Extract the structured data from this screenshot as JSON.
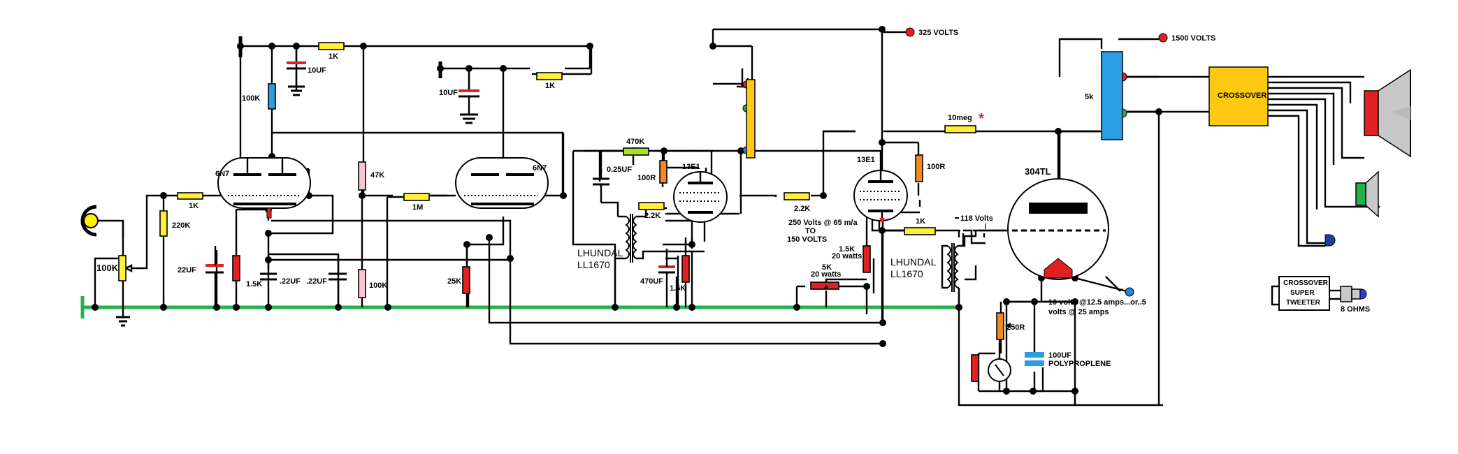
{
  "colors": {
    "resistor_yellow": "#ffef3a",
    "resistor_blue": "#2d9bdf",
    "resistor_red": "#e12121",
    "resistor_pink": "#f7c4cf",
    "resistor_orange": "#f28a22",
    "resistor_green": "#a6e22b",
    "ground_rail": "#22b14c",
    "crossover_box": "#ffc912",
    "output_transformer": "#2b9de2",
    "terminal_red": "#e12121",
    "terminal_blue": "#2c7fd6",
    "input_jack": "#ffef00"
  },
  "tubes": {
    "v1": "6N7",
    "v2": "6N7",
    "v3": "13E1",
    "v4": "13E1",
    "v5": "304TL"
  },
  "components": {
    "r_input_pot": "100K",
    "r_grid_leak": "220K",
    "r_grid_stopper": "1K",
    "r_decouple1": "1K",
    "r_plate_v1": "100K",
    "c_decouple1": "10UF",
    "r_divider_top": "47K",
    "r_divider_bottom": "100K",
    "c_cathode_v1": "22UF",
    "r_cathode_v1": "1.5K",
    "c_coupling1": ".22UF",
    "c_coupling2": ".22UF",
    "r_grid_v2": "1M",
    "c_decouple2": "10UF",
    "r_decouple2": "1K",
    "r_cathode_v2": "25K",
    "r_feedback": "470K",
    "c_feedback": "0.25UF",
    "r_screen_v3": "100R",
    "r_grid_v3": "2.2K",
    "c_cathode_v3": "470UF",
    "r_cathode_v3": "1.5K",
    "r_grid_v4": "2.2K",
    "r_screen_v4": "100R",
    "r_cathode_v4": "1.5K",
    "r_cathode_v4_watts": "20 watts",
    "r_pot_v4": "5K",
    "r_pot_v4_watts": "20 watts",
    "r_bias_feed": "10meg",
    "r_grid_v5": "1K",
    "r_hum_pot": "250R",
    "c_filament": "100UF",
    "c_filament_type": "POLYPROPLENE",
    "output_transformer": "5k",
    "speaker_impedance": "8 OHMS"
  },
  "labels": {
    "supply_325": "325 VOLTS",
    "supply_1500": "1500 VOLTS",
    "bias_current_line1": "250 Volts @ 65 m/a",
    "bias_current_line2": "TO",
    "bias_current_line3": "150 VOLTS",
    "grid_voltage": "118 Volts",
    "interstage1_line1": "LHUNDAL",
    "interstage1_line2": "LL1670",
    "interstage2_line1": "LHUNDAL",
    "interstage2_line2": "LL1670",
    "filament_line1": "10 volts @12.5 amps...or..5",
    "filament_line2": "volts @ 25 amps",
    "crossover": "CROSSOVER",
    "crossover_tweeter_line1": "CROSSOVER",
    "crossover_tweeter_line2": "SUPER",
    "crossover_tweeter_line3": "TWEETER",
    "asterisk": "*"
  }
}
